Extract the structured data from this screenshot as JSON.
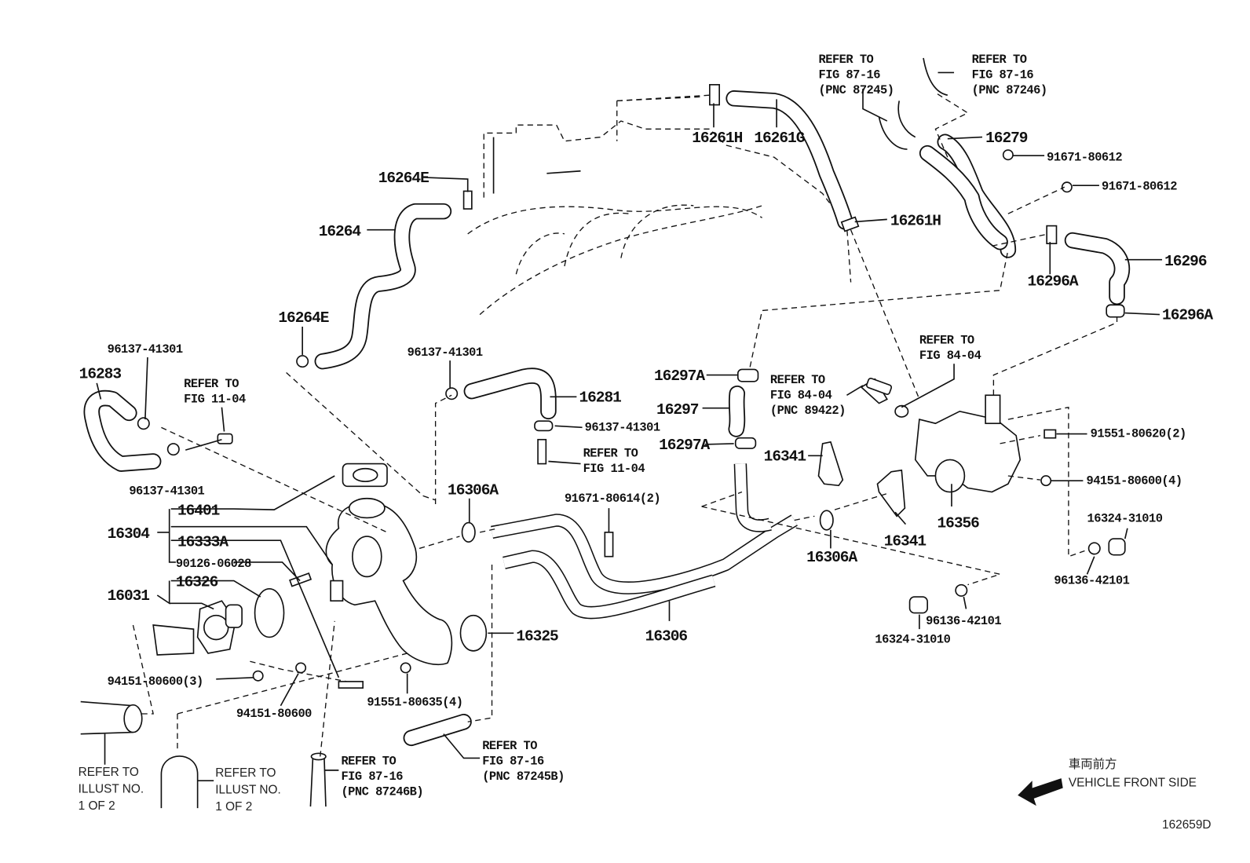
{
  "diagram_id": "162659D",
  "direction": {
    "jp": "車両前方",
    "en": "VEHICLE FRONT SIDE"
  },
  "refer": {
    "refer_to": "REFER TO",
    "fig_87_16": "FIG 87-16",
    "fig_84_04": "FIG 84-04",
    "fig_11_04": "FIG 11-04",
    "pnc_87245": "(PNC 87245)",
    "pnc_87246": "(PNC 87246)",
    "pnc_87245b": "(PNC 87245B)",
    "pnc_87246b": "(PNC 87246B)",
    "pnc_89422": "(PNC 89422)",
    "illust_no": "ILLUST NO.",
    "one_of_two": "1 OF 2"
  },
  "parts": {
    "p16261H": "16261H",
    "p16261G": "16261G",
    "p16279": "16279",
    "p91671_80612": "91671-80612",
    "p16264E": "16264E",
    "p16264": "16264",
    "p16296": "16296",
    "p16296A": "16296A",
    "p96137_41301": "96137-41301",
    "p16283": "16283",
    "p16297A": "16297A",
    "p16297": "16297",
    "p16281": "16281",
    "p91551_80620": "91551-80620(2)",
    "p16341": "16341",
    "p16306A": "16306A",
    "p91671_80614": "91671-80614(2)",
    "p94151_80600_4": "94151-80600(4)",
    "p16401": "16401",
    "p16304": "16304",
    "p16333A": "16333A",
    "p16324_31010": "16324-31010",
    "p16356": "16356",
    "p90126_06028": "90126-06028",
    "p96136_42101": "96136-42101",
    "p16326": "16326",
    "p16031": "16031",
    "p16306": "16306",
    "p16325": "16325",
    "p94151_80600_3": "94151-80600(3)",
    "p94151_80600": "94151-80600",
    "p91551_80635": "91551-80635(4)"
  }
}
